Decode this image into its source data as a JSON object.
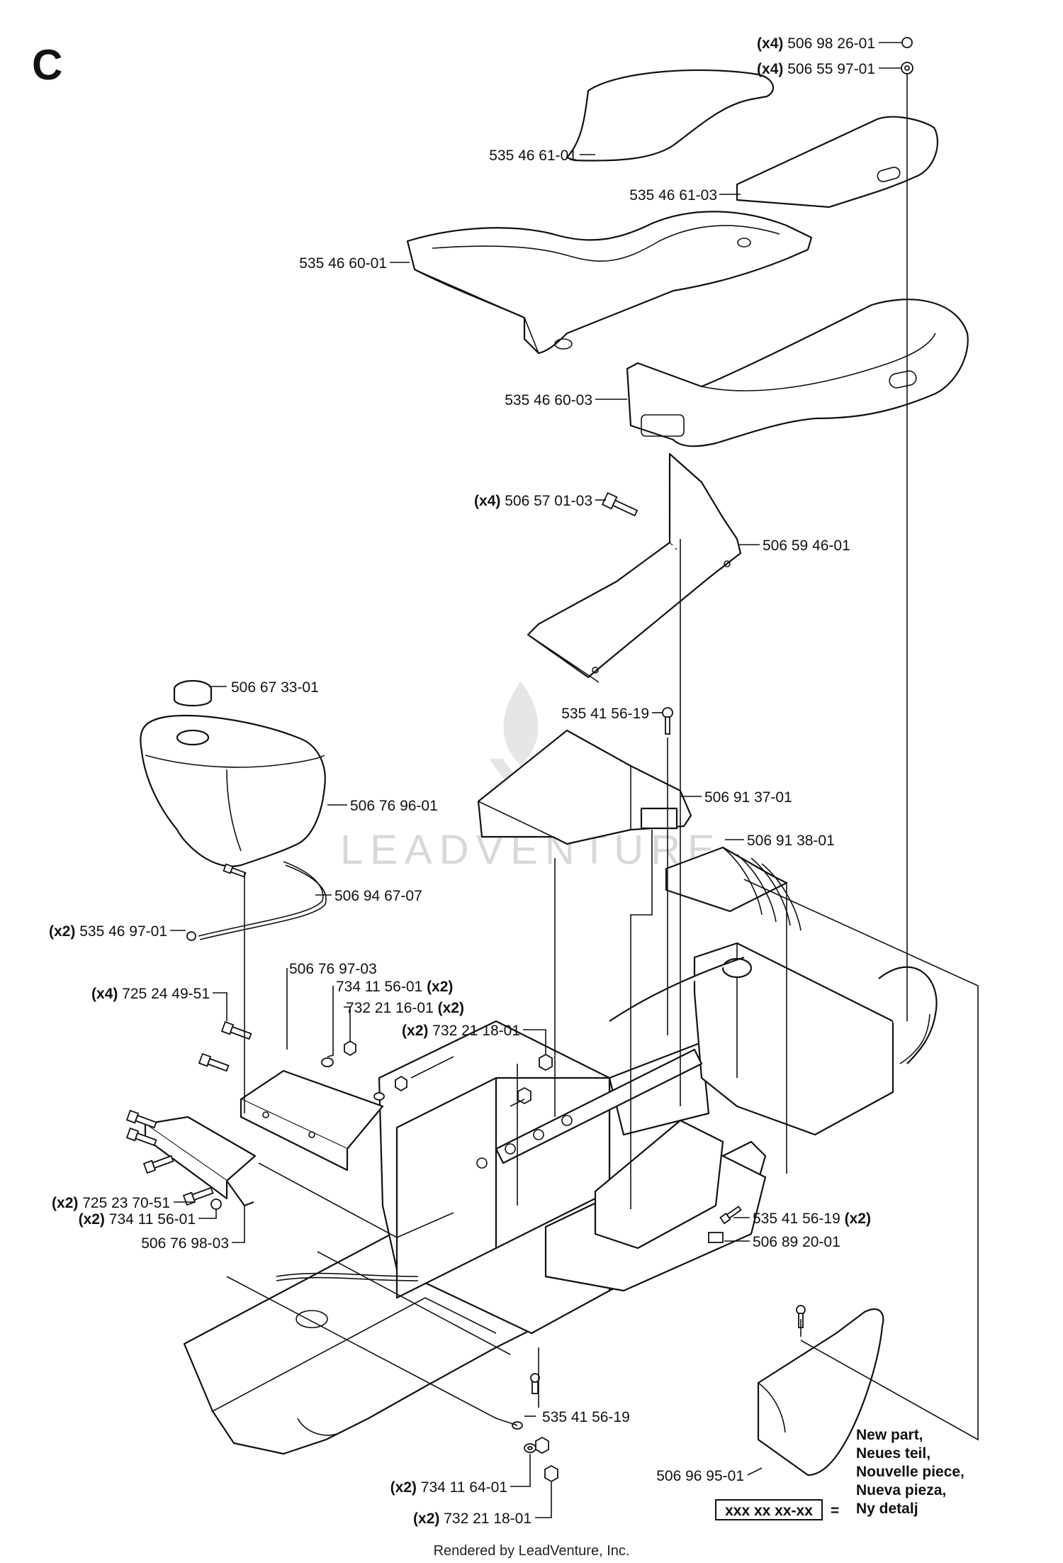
{
  "section_letter": "C",
  "parts": [
    {
      "qty": "(x4)",
      "number": "506 98 26-01"
    },
    {
      "qty": "(x4)",
      "number": "506 55 97-01"
    },
    {
      "qty": "",
      "number": "535 46 61-01"
    },
    {
      "qty": "",
      "number": "535 46 61-03"
    },
    {
      "qty": "",
      "number": "535 46 60-01"
    },
    {
      "qty": "",
      "number": "535 46 60-03"
    },
    {
      "qty": "(x4)",
      "number": "506 57 01-03"
    },
    {
      "qty": "",
      "number": "506 59 46-01"
    },
    {
      "qty": "",
      "number": "506 67 33-01"
    },
    {
      "qty": "",
      "number": "535 41 56-19"
    },
    {
      "qty": "",
      "number": "506 76 96-01"
    },
    {
      "qty": "",
      "number": "506 91 37-01"
    },
    {
      "qty": "",
      "number": "506 91 38-01"
    },
    {
      "qty": "",
      "number": "506 94 67-07"
    },
    {
      "qty": "(x2)",
      "number": "535 46 97-01"
    },
    {
      "qty": "",
      "number": "506 76 97-03"
    },
    {
      "qty": "(x2)",
      "number": "734 11 56-01"
    },
    {
      "qty": "(x4)",
      "number": "725 24 49-51"
    },
    {
      "qty": "(x2)",
      "number": "732 21 16-01"
    },
    {
      "qty": "(x2)",
      "number": "732 21 18-01"
    },
    {
      "qty": "(x2)",
      "number": "725 23 70-51"
    },
    {
      "qty": "(x2)",
      "number": "734 11 56-01"
    },
    {
      "qty": "",
      "number": "506 76 98-03"
    },
    {
      "qty": "(x2)",
      "number": "535 41 56-19"
    },
    {
      "qty": "",
      "number": "506 89 20-01"
    },
    {
      "qty": "",
      "number": "535 41 56-19"
    },
    {
      "qty": "",
      "number": "506 96 95-01"
    },
    {
      "qty": "(x2)",
      "number": "734 11 64-01"
    },
    {
      "qty": "(x2)",
      "number": "732 21 18-01"
    }
  ],
  "legend": {
    "lines": [
      "New part,",
      "Neues teil,",
      "Nouvelle piece,",
      "Nueva pieza,",
      "Ny detalj"
    ],
    "box_text": "xxx xx xx-xx",
    "equals": "="
  },
  "watermark": "LEADVENTURE",
  "footer": "Rendered by LeadVenture, Inc."
}
